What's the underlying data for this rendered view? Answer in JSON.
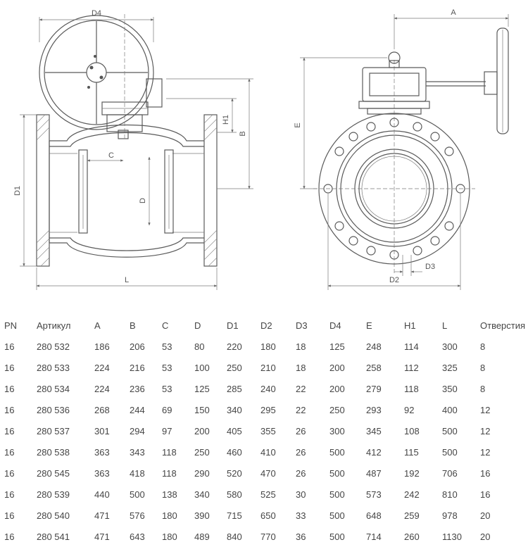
{
  "labels": {
    "front": {
      "d4": "D4",
      "c": "C",
      "d": "D",
      "d1": "D1",
      "l": "L",
      "h1": "H1",
      "b": "B"
    },
    "side": {
      "a": "A",
      "e": "E",
      "d2": "D2",
      "d3": "D3"
    }
  },
  "table": {
    "headers": [
      "PN",
      "Артикул",
      "A",
      "B",
      "C",
      "D",
      "D1",
      "D2",
      "D3",
      "D4",
      "E",
      "H1",
      "L",
      "Отверстия"
    ],
    "rows": [
      [
        "16",
        "280 532",
        "186",
        "206",
        "53",
        "80",
        "220",
        "180",
        "18",
        "125",
        "248",
        "114",
        "300",
        "8"
      ],
      [
        "16",
        "280 533",
        "224",
        "216",
        "53",
        "100",
        "250",
        "210",
        "18",
        "200",
        "258",
        "112",
        "325",
        "8"
      ],
      [
        "16",
        "280 534",
        "224",
        "236",
        "53",
        "125",
        "285",
        "240",
        "22",
        "200",
        "279",
        "118",
        "350",
        "8"
      ],
      [
        "16",
        "280 536",
        "268",
        "244",
        "69",
        "150",
        "340",
        "295",
        "22",
        "250",
        "293",
        "92",
        "400",
        "12"
      ],
      [
        "16",
        "280 537",
        "301",
        "294",
        "97",
        "200",
        "405",
        "355",
        "26",
        "300",
        "345",
        "108",
        "500",
        "12"
      ],
      [
        "16",
        "280 538",
        "363",
        "343",
        "118",
        "250",
        "460",
        "410",
        "26",
        "500",
        "412",
        "115",
        "500",
        "12"
      ],
      [
        "16",
        "280 545",
        "363",
        "418",
        "118",
        "290",
        "520",
        "470",
        "26",
        "500",
        "487",
        "192",
        "706",
        "16"
      ],
      [
        "16",
        "280 539",
        "440",
        "500",
        "138",
        "340",
        "580",
        "525",
        "30",
        "500",
        "573",
        "242",
        "810",
        "16"
      ],
      [
        "16",
        "280 540",
        "471",
        "576",
        "180",
        "390",
        "715",
        "650",
        "33",
        "500",
        "648",
        "259",
        "978",
        "20"
      ],
      [
        "16",
        "280 541",
        "471",
        "643",
        "180",
        "489",
        "840",
        "770",
        "36",
        "500",
        "714",
        "260",
        "1130",
        "20"
      ]
    ]
  }
}
